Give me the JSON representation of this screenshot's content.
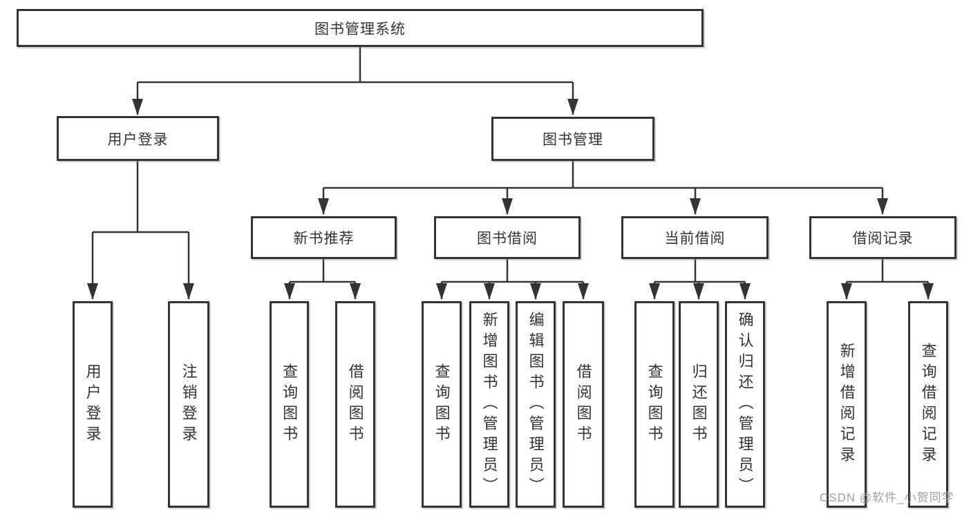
{
  "diagram": {
    "root": "图书管理系统",
    "branches": [
      {
        "label": "用户登录",
        "children": [
          {
            "label": "用户登录"
          },
          {
            "label": "注销登录"
          }
        ]
      },
      {
        "label": "图书管理",
        "groups": [
          {
            "label": "新书推荐",
            "children": [
              {
                "label": "查询图书"
              },
              {
                "label": "借阅图书"
              }
            ]
          },
          {
            "label": "图书借阅",
            "children": [
              {
                "label": "查询图书"
              },
              {
                "label": "新增图书（管理员）"
              },
              {
                "label": "编辑图书（管理员）"
              },
              {
                "label": "借阅图书"
              }
            ]
          },
          {
            "label": "当前借阅",
            "children": [
              {
                "label": "查询图书"
              },
              {
                "label": "归还图书"
              },
              {
                "label": "确认归还（管理员）"
              }
            ]
          },
          {
            "label": "借阅记录",
            "children": [
              {
                "label": "新增借阅记录"
              },
              {
                "label": "查询借阅记录"
              }
            ]
          }
        ]
      }
    ]
  },
  "watermark": "CSDN @软件_小贺同学",
  "colors": {
    "stroke": "#333333",
    "text": "#333333",
    "watermark": "#9e9e9e",
    "background": "#ffffff"
  }
}
